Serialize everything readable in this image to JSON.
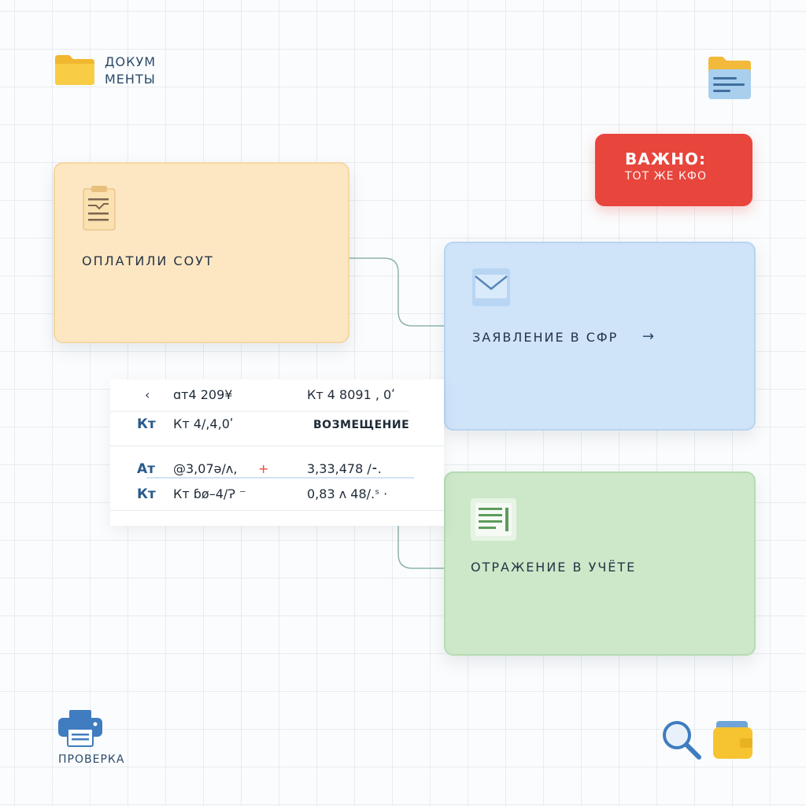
{
  "header": {
    "docs_label": "ДОКУМ\nМЕНТЫ"
  },
  "important": {
    "title": "ВАЖНО:",
    "subtitle": "ТОТ ЖЕ КФО"
  },
  "cards": {
    "paid": {
      "label": "ОПЛАТИЛИ СОУТ",
      "icon": "clipboard-icon"
    },
    "application": {
      "label": "ЗАЯВЛЕНИЕ В СФР",
      "arrow": "→",
      "icon": "envelope-icon"
    },
    "accounting": {
      "label": "ОТРАЖЕНИЕ В УЧЁТЕ",
      "icon": "document-lines-icon"
    }
  },
  "ledger": {
    "rows": [
      {
        "key": "‹",
        "col1": "ɑт4 209¥",
        "col2": "Кт 4 8091 , 0ʹ"
      },
      {
        "key": "Кт",
        "col1": "Кт 4/,4,0ʹ",
        "col2": "ВОЗМЕЩЕНИЕ"
      },
      {
        "key": "Ат",
        "col1": "@3,07ə/ʌ,",
        "mark": "+",
        "col2": "3,33,478 /⁃."
      },
      {
        "key": "Кт",
        "col1": "Кт ɓø–4/Ɂ ⁻",
        "col2": "0,83 ʌ 48/.ˢ ·"
      }
    ]
  },
  "footer": {
    "check_label": "ПРОВЕРКА"
  },
  "colors": {
    "paid_card": "#fde7c3",
    "application_card": "#cfe3f9",
    "accounting_card": "#cce8c9",
    "important_badge": "#e8453c",
    "connector": "#8fb3ad"
  },
  "icons": [
    "folder-icon",
    "folder-document-icon",
    "clipboard-icon",
    "envelope-icon",
    "document-lines-icon",
    "printer-icon",
    "search-icon",
    "wallet-icon"
  ]
}
